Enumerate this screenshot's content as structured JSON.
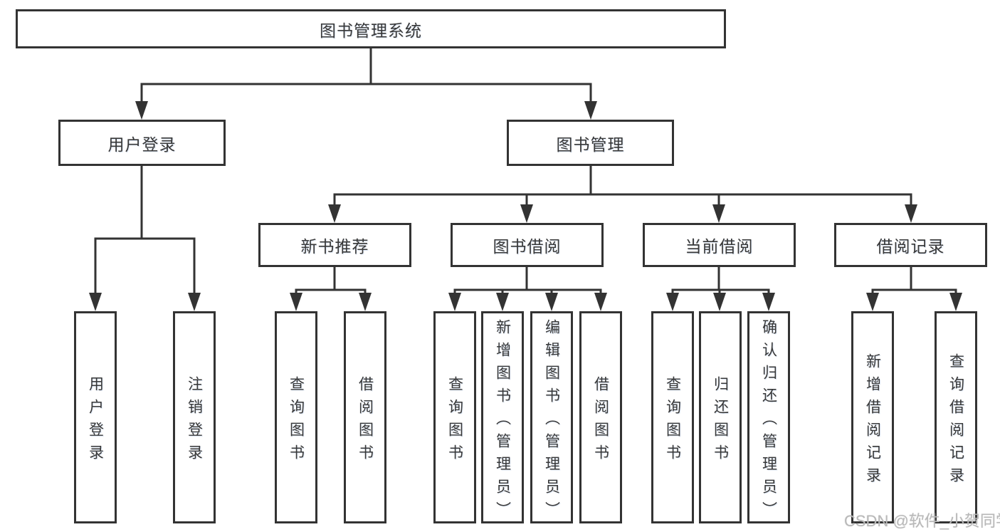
{
  "diagram": {
    "colors": {
      "line": "#333333",
      "box_border": "#333333",
      "box_bg": "#ffffff",
      "text": "#383838",
      "watermark": "#b9b9b9"
    },
    "nodes": {
      "root": {
        "label": "图书管理系统"
      },
      "user_login": {
        "label": "用户登录"
      },
      "book_mgmt": {
        "label": "图书管理"
      },
      "new_book_rec": {
        "label": "新书推荐"
      },
      "book_borrow": {
        "label": "图书借阅"
      },
      "current_borrow": {
        "label": "当前借阅"
      },
      "borrow_record": {
        "label": "借阅记录"
      },
      "leaf_user_login": {
        "label": "用户登录"
      },
      "leaf_logout": {
        "label": "注销登录"
      },
      "leaf_query_book_1": {
        "label": "查询图书"
      },
      "leaf_borrow_book_1": {
        "label": "借阅图书"
      },
      "leaf_query_book_2": {
        "label": "查询图书"
      },
      "leaf_add_book": {
        "label": "新增图书（管理员）"
      },
      "leaf_edit_book": {
        "label": "编辑图书（管理员）"
      },
      "leaf_borrow_book_2": {
        "label": "借阅图书"
      },
      "leaf_query_book_3": {
        "label": "查询图书"
      },
      "leaf_return_book": {
        "label": "归还图书"
      },
      "leaf_confirm_return": {
        "label": "确认归还（管理员）"
      },
      "leaf_add_record": {
        "label": "新增借阅记录"
      },
      "leaf_query_record": {
        "label": "查询借阅记录"
      }
    },
    "watermark": "CSDN @软件_小贺同学"
  }
}
